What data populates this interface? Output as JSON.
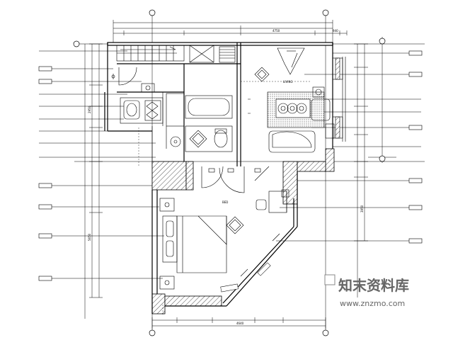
{
  "drawing": {
    "dims_top": [
      "4750",
      "940"
    ],
    "dims_bottom": [
      "4640"
    ],
    "dims_left": [
      "2950",
      "5650"
    ],
    "dims_right": [
      "3950"
    ],
    "room_tags": [
      "LIVING",
      "BED"
    ]
  },
  "watermark": {
    "text": "知末资料库",
    "url": "www.znzmo.com"
  }
}
